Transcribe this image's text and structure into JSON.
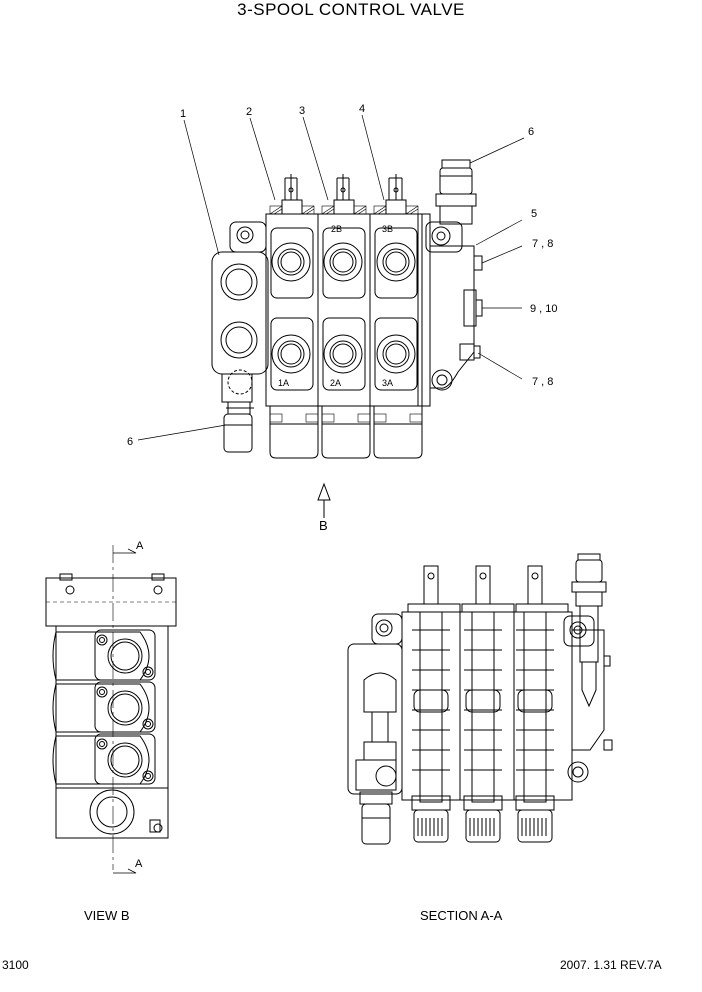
{
  "title": "3-SPOOL CONTROL VALVE",
  "callouts": {
    "c1": "1",
    "c2": "2",
    "c3": "3",
    "c4": "4",
    "c5": "5",
    "c6a": "6",
    "c6b": "6",
    "c78a": "7 , 8",
    "c910": "9 , 10",
    "c78b": "7 , 8"
  },
  "port_labels": {
    "p2b": "2B",
    "p3b": "3B",
    "p1a": "1A",
    "p2a": "2A",
    "p3a": "3A"
  },
  "view_arrow_label": "B",
  "section_marks": {
    "top": "A",
    "bottom": "A"
  },
  "captions": {
    "view_b": "VIEW B",
    "section": "SECTION A-A"
  },
  "footer": {
    "page": "3100",
    "rev": "2007. 1.31  REV.7A"
  }
}
